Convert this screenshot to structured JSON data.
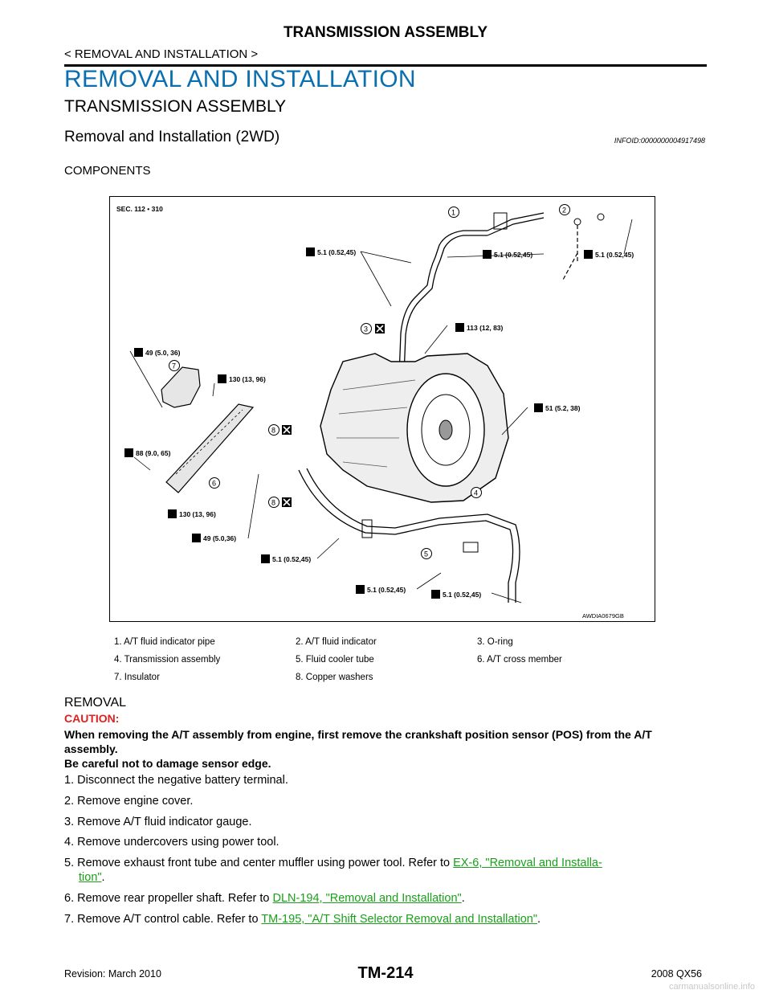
{
  "header": {
    "title": "TRANSMISSION ASSEMBLY",
    "breadcrumb": "< REMOVAL AND INSTALLATION >"
  },
  "headings": {
    "h1": "REMOVAL AND INSTALLATION",
    "h2": "TRANSMISSION ASSEMBLY",
    "h3": "Removal and Installation (2WD)",
    "infoid": "INFOID:0000000004917498",
    "components": "COMPONENTS"
  },
  "figure": {
    "section": "SEC. 112 • 310",
    "figure_id": "AWDIA0679GB",
    "torque_labels": [
      "5.1 (0.52,45)",
      "5.1 (0.52,45)",
      "5.1 (0.52,45)",
      "113 (12, 83)",
      "49 (5.0, 36)",
      "130 (13, 96)",
      "51 (5.2, 38)",
      "88 (9.0, 65)",
      "130 (13, 96)",
      "49 (5.0,36)",
      "5.1 (0.52,45)",
      "5.1 (0.52,45)",
      "5.1 (0.52,45)"
    ],
    "callouts": [
      "1",
      "2",
      "3",
      "7",
      "8",
      "6",
      "8",
      "4",
      "5"
    ]
  },
  "parts": [
    [
      "1.  A/T fluid indicator pipe",
      "2.  A/T fluid indicator",
      "3.  O-ring"
    ],
    [
      "4.  Transmission assembly",
      "5.  Fluid cooler tube",
      "6.  A/T cross member"
    ],
    [
      "7.  Insulator",
      "8.  Copper washers",
      ""
    ]
  ],
  "removal": {
    "title": "REMOVAL",
    "caution_label": "CAUTION:",
    "caution_line1": "When removing the A/T assembly from engine, first remove the crankshaft position sensor (POS) from the A/T assembly.",
    "caution_line2": "Be careful not to damage sensor edge.",
    "steps": {
      "s1": "1.  Disconnect the negative battery terminal.",
      "s2": "2.  Remove engine cover.",
      "s3": "3.  Remove A/T fluid indicator gauge.",
      "s4": "4.  Remove undercovers using power tool.",
      "s5_text": "5.  Remove exhaust front tube and center muffler using power tool. Refer to ",
      "s5_link": "EX-6, \"Removal and Installa-",
      "s5_link2": "tion\"",
      "s6_text": "6.  Remove rear propeller shaft. Refer to ",
      "s6_link": "DLN-194, \"Removal and Installation\"",
      "s7_text": "7.  Remove A/T control cable. Refer to ",
      "s7_link": "TM-195, \"A/T Shift Selector Removal and Installation\""
    }
  },
  "footer": {
    "revision": "Revision: March 2010",
    "page": "TM-214",
    "model": "2008 QX56",
    "watermark": "carmanualsonline.info"
  }
}
